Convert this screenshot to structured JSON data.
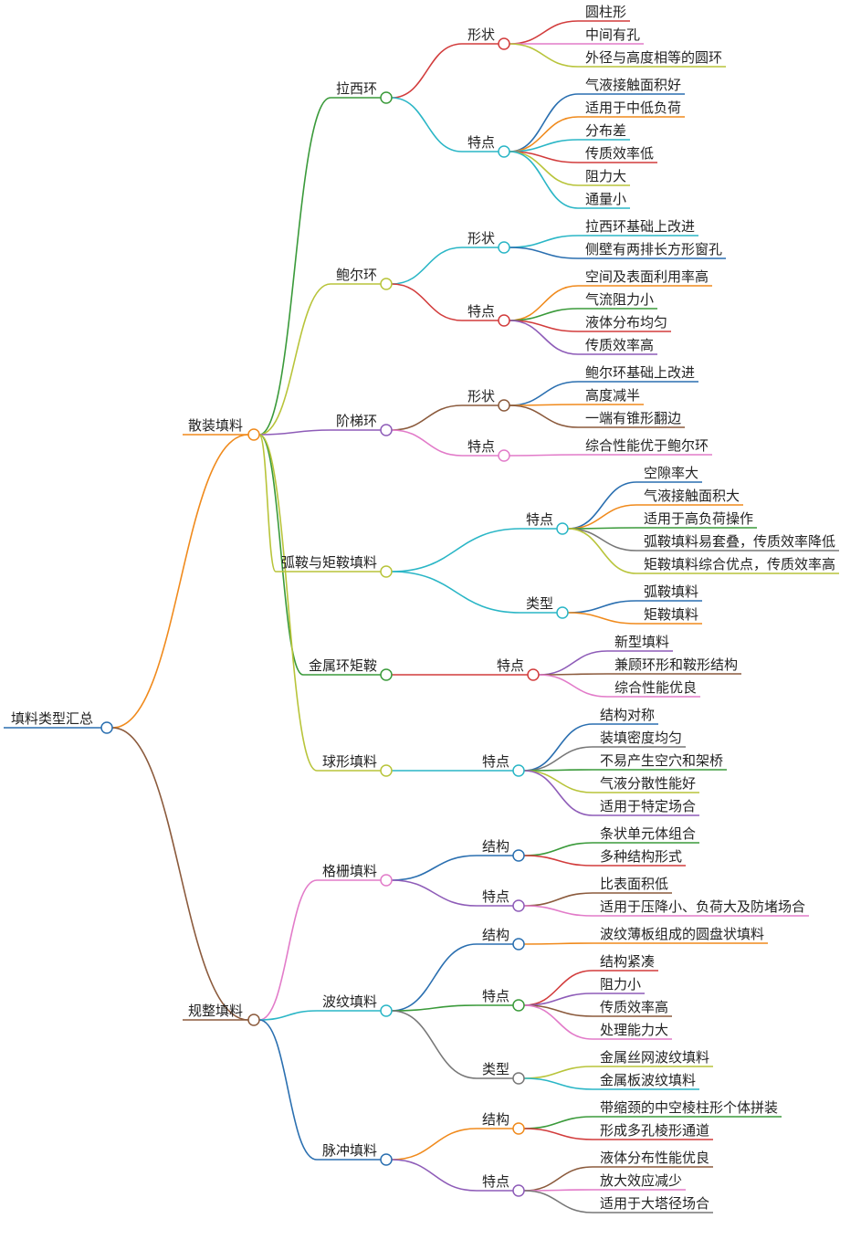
{
  "root": {
    "label": "填料类型汇总",
    "color": "#2a6fb0",
    "children": [
      {
        "label": "散装填料",
        "color": "#f08a1c",
        "children": [
          {
            "label": "拉西环",
            "color": "#3a9a3a",
            "children": [
              {
                "label": "形状",
                "color": "#d23c3c",
                "children": [
                  {
                    "label": "圆柱形",
                    "color": "#d23c3c"
                  },
                  {
                    "label": "中间有孔",
                    "color": "#e27bc9"
                  },
                  {
                    "label": "外径与高度相等的圆环",
                    "color": "#b8c43a"
                  }
                ]
              },
              {
                "label": "特点",
                "color": "#2ab6c6",
                "children": [
                  {
                    "label": "气液接触面积好",
                    "color": "#2a6fb0"
                  },
                  {
                    "label": "适用于中低负荷",
                    "color": "#f08a1c"
                  },
                  {
                    "label": "分布差",
                    "color": "#2ab6c6"
                  },
                  {
                    "label": "传质效率低",
                    "color": "#d23c3c"
                  },
                  {
                    "label": "阻力大",
                    "color": "#b8c43a"
                  },
                  {
                    "label": "通量小",
                    "color": "#2ab6c6"
                  }
                ]
              }
            ]
          },
          {
            "label": "鲍尔环",
            "color": "#b8c43a",
            "children": [
              {
                "label": "形状",
                "color": "#2ab6c6",
                "children": [
                  {
                    "label": "拉西环基础上改进",
                    "color": "#2ab6c6"
                  },
                  {
                    "label": "侧壁有两排长方形窗孔",
                    "color": "#2a6fb0"
                  }
                ]
              },
              {
                "label": "特点",
                "color": "#d23c3c",
                "children": [
                  {
                    "label": "空间及表面利用率高",
                    "color": "#f08a1c"
                  },
                  {
                    "label": "气流阻力小",
                    "color": "#3a9a3a"
                  },
                  {
                    "label": "液体分布均匀",
                    "color": "#d23c3c"
                  },
                  {
                    "label": "传质效率高",
                    "color": "#8e5cb8"
                  }
                ]
              }
            ]
          },
          {
            "label": "阶梯环",
            "color": "#8e5cb8",
            "children": [
              {
                "label": "形状",
                "color": "#8b5a3c",
                "children": [
                  {
                    "label": "鲍尔环基础上改进",
                    "color": "#2a6fb0"
                  },
                  {
                    "label": "高度减半",
                    "color": "#f08a1c"
                  },
                  {
                    "label": "一端有锥形翻边",
                    "color": "#8b5a3c"
                  }
                ]
              },
              {
                "label": "特点",
                "color": "#e27bc9",
                "children": [
                  {
                    "label": "综合性能优于鲍尔环",
                    "color": "#e27bc9"
                  }
                ]
              }
            ]
          },
          {
            "label": "弧鞍与矩鞍填料",
            "color": "#b8c43a",
            "children": [
              {
                "label": "特点",
                "color": "#2ab6c6",
                "children": [
                  {
                    "label": "空隙率大",
                    "color": "#2a6fb0"
                  },
                  {
                    "label": "气液接触面积大",
                    "color": "#f08a1c"
                  },
                  {
                    "label": "适用于高负荷操作",
                    "color": "#3a9a3a"
                  },
                  {
                    "label": "弧鞍填料易套叠，传质效率降低",
                    "color": "#777777"
                  },
                  {
                    "label": "矩鞍填料综合优点，传质效率高",
                    "color": "#b8c43a"
                  }
                ]
              },
              {
                "label": "类型",
                "color": "#2ab6c6",
                "children": [
                  {
                    "label": "弧鞍填料",
                    "color": "#2a6fb0"
                  },
                  {
                    "label": "矩鞍填料",
                    "color": "#f08a1c"
                  }
                ]
              }
            ]
          },
          {
            "label": "金属环矩鞍",
            "color": "#3a9a3a",
            "children": [
              {
                "label": "特点",
                "color": "#d23c3c",
                "children": [
                  {
                    "label": "新型填料",
                    "color": "#8e5cb8"
                  },
                  {
                    "label": "兼顾环形和鞍形结构",
                    "color": "#8b5a3c"
                  },
                  {
                    "label": "综合性能优良",
                    "color": "#e27bc9"
                  }
                ]
              }
            ]
          },
          {
            "label": "球形填料",
            "color": "#b8c43a",
            "children": [
              {
                "label": "特点",
                "color": "#2ab6c6",
                "children": [
                  {
                    "label": "结构对称",
                    "color": "#2a6fb0"
                  },
                  {
                    "label": "装填密度均匀",
                    "color": "#777777"
                  },
                  {
                    "label": "不易产生空穴和架桥",
                    "color": "#3a9a3a"
                  },
                  {
                    "label": "气液分散性能好",
                    "color": "#b8c43a"
                  },
                  {
                    "label": "适用于特定场合",
                    "color": "#8e5cb8"
                  }
                ]
              }
            ]
          }
        ]
      },
      {
        "label": "规整填料",
        "color": "#8b5a3c",
        "children": [
          {
            "label": "格栅填料",
            "color": "#e27bc9",
            "children": [
              {
                "label": "结构",
                "color": "#2a6fb0",
                "children": [
                  {
                    "label": "条状单元体组合",
                    "color": "#3a9a3a"
                  },
                  {
                    "label": "多种结构形式",
                    "color": "#d23c3c"
                  }
                ]
              },
              {
                "label": "特点",
                "color": "#8e5cb8",
                "children": [
                  {
                    "label": "比表面积低",
                    "color": "#8b5a3c"
                  },
                  {
                    "label": "适用于压降小、负荷大及防堵场合",
                    "color": "#e27bc9"
                  }
                ]
              }
            ]
          },
          {
            "label": "波纹填料",
            "color": "#2ab6c6",
            "children": [
              {
                "label": "结构",
                "color": "#2a6fb0",
                "children": [
                  {
                    "label": "波纹薄板组成的圆盘状填料",
                    "color": "#f08a1c"
                  }
                ]
              },
              {
                "label": "特点",
                "color": "#3a9a3a",
                "children": [
                  {
                    "label": "结构紧凑",
                    "color": "#d23c3c"
                  },
                  {
                    "label": "阻力小",
                    "color": "#8e5cb8"
                  },
                  {
                    "label": "传质效率高",
                    "color": "#8b5a3c"
                  },
                  {
                    "label": "处理能力大",
                    "color": "#e27bc9"
                  }
                ]
              },
              {
                "label": "类型",
                "color": "#777777",
                "children": [
                  {
                    "label": "金属丝网波纹填料",
                    "color": "#b8c43a"
                  },
                  {
                    "label": "金属板波纹填料",
                    "color": "#2ab6c6"
                  }
                ]
              }
            ]
          },
          {
            "label": "脉冲填料",
            "color": "#2a6fb0",
            "children": [
              {
                "label": "结构",
                "color": "#f08a1c",
                "children": [
                  {
                    "label": "带缩颈的中空棱柱形个体拼装",
                    "color": "#3a9a3a"
                  },
                  {
                    "label": "形成多孔棱形通道",
                    "color": "#d23c3c"
                  }
                ]
              },
              {
                "label": "特点",
                "color": "#8e5cb8",
                "children": [
                  {
                    "label": "液体分布性能优良",
                    "color": "#8b5a3c"
                  },
                  {
                    "label": "放大效应减少",
                    "color": "#e27bc9"
                  },
                  {
                    "label": "适用于大塔径场合",
                    "color": "#777777"
                  }
                ]
              }
            ]
          }
        ]
      }
    ]
  }
}
